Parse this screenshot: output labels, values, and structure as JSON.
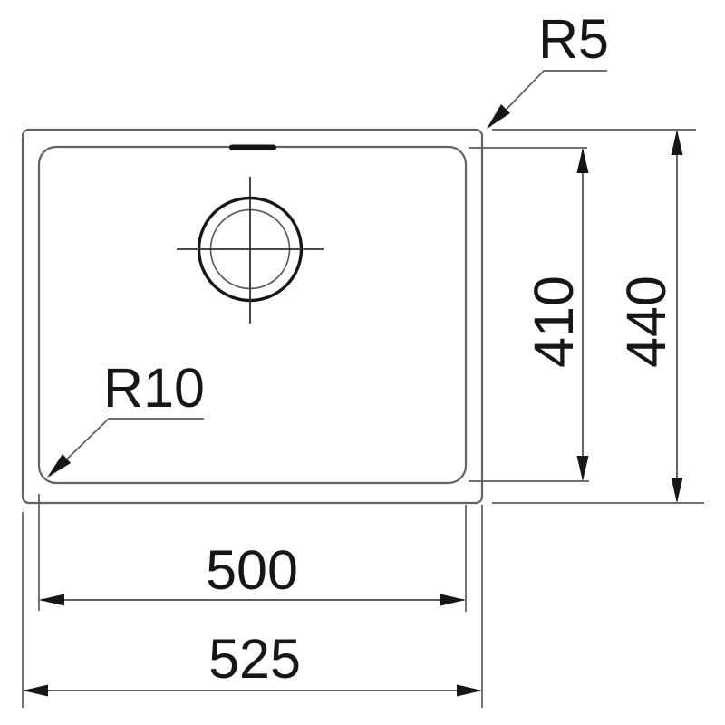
{
  "drawing": {
    "subject": "undermount-sink-top-view-technical-drawing",
    "labels": {
      "outer_corner_radius": "R5",
      "inner_corner_radius": "R10",
      "bowl_depth": "410",
      "overall_depth": "440",
      "bowl_width": "500",
      "overall_width": "525"
    },
    "colors": {
      "background": "#ffffff",
      "line": "#5c5c5c",
      "ink": "#161616"
    }
  }
}
